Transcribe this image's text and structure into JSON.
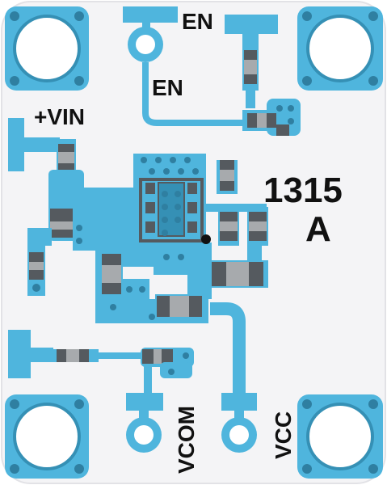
{
  "labels": {
    "en_top": "EN",
    "en_mid": "EN",
    "vin": "+VIN",
    "part_number": "1315",
    "variant": "A",
    "vcom": "VCOM",
    "vcc": "VCC"
  },
  "colors": {
    "board": "#f4f4f6",
    "copper": "#4fb5dd",
    "copper_dark": "#3590b5",
    "pad": "#2f7fa1",
    "component": "#555a5f",
    "component_body": "#a7aaad",
    "text": "#111111"
  }
}
